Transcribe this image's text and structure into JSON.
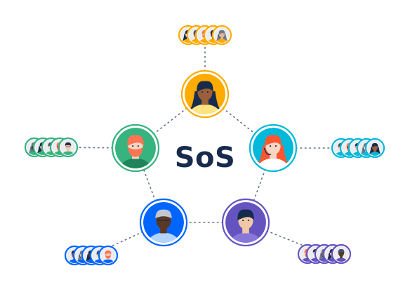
{
  "center": {
    "title": "SoS"
  },
  "colors": {
    "ink": "#172B4D",
    "dots": "#5E6C84"
  },
  "teams": [
    {
      "name": "team-yellow",
      "color": "#FFAB00",
      "hair": "#172B4D",
      "skin": "#9C5F3A",
      "shirt": "#FFE380",
      "lead": "female",
      "mini": [
        "#FFAB00",
        "#FFAB00",
        "#FFAB00",
        "#FFAB00",
        "#FFAB00"
      ]
    },
    {
      "name": "team-teal",
      "color": "#00B8D9",
      "hair": "#FF5630",
      "skin": "#F7D6C4",
      "shirt": "#FFFFFF",
      "lead": "female-headset",
      "mini": [
        "#00B8D9",
        "#00B8D9",
        "#00B8D9",
        "#00B8D9",
        "#00B8D9"
      ]
    },
    {
      "name": "team-purple",
      "color": "#6554C0",
      "hair": "#172B4D",
      "skin": "#F1C8A7",
      "shirt": "#8777D9",
      "lead": "male",
      "mini": [
        "#6554C0",
        "#6554C0",
        "#6554C0",
        "#6554C0",
        "#6554C0"
      ]
    },
    {
      "name": "team-blue",
      "color": "#0065FF",
      "hair": "#C1C7D0",
      "skin": "#5A3825",
      "shirt": "#B3D4FF",
      "lead": "male-glasses",
      "mini": [
        "#0065FF",
        "#0065FF",
        "#0065FF",
        "#0065FF",
        "#0065FF"
      ]
    },
    {
      "name": "team-green",
      "color": "#36B37E",
      "hair": "#FF7452",
      "skin": "#F7D6C4",
      "shirt": "#1F845A",
      "lead": "male-beard",
      "mini": [
        "#36B37E",
        "#36B37E",
        "#36B37E",
        "#36B37E",
        "#36B37E"
      ]
    }
  ]
}
